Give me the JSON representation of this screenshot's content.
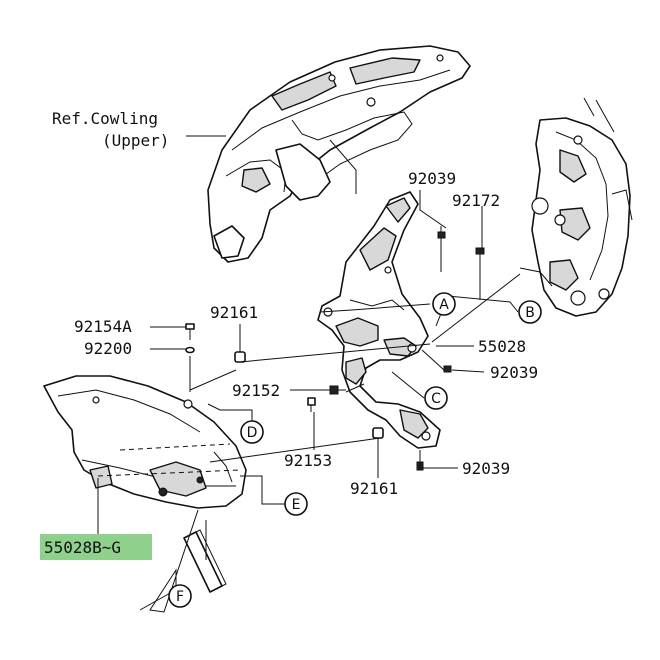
{
  "diagram": {
    "reference_label_line1": "Ref.Cowling",
    "reference_label_line2": "(Upper)",
    "highlight_color": "#8fd18c",
    "part_numbers": {
      "p92039_top": "92039",
      "p92172": "92172",
      "p92161_top": "92161",
      "p92154A": "92154A",
      "p92200": "92200",
      "p55028": "55028",
      "p92039_mid": "92039",
      "p92152": "92152",
      "p92153": "92153",
      "p92161_bottom": "92161",
      "p92039_bottom": "92039",
      "p55028BG": "55028B~G"
    },
    "callouts": {
      "A": "A",
      "B": "B",
      "C": "C",
      "D": "D",
      "E": "E",
      "F": "F"
    }
  }
}
